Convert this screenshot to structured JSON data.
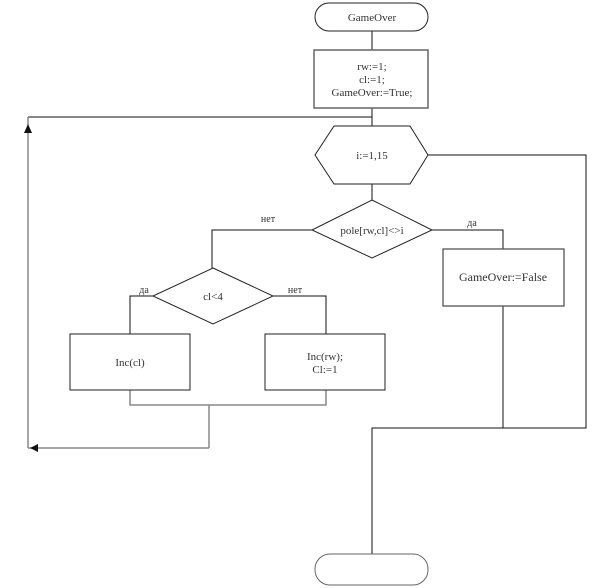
{
  "diagram": {
    "start": {
      "label": "GameOver"
    },
    "init": {
      "lines": [
        "rw:=1;",
        "cl:=1;",
        "GameOver:=True;"
      ]
    },
    "loop": {
      "label": "i:=1,15"
    },
    "cond_main": {
      "label": "pole[rw,cl]<>i",
      "yes_label": "да",
      "no_label": "нет"
    },
    "set_false": {
      "label": "GameOver:=False"
    },
    "cond_cl": {
      "label": "cl<4",
      "yes_label": "да",
      "no_label": "нет"
    },
    "inc_cl": {
      "label": "Inc(cl)"
    },
    "inc_rw": {
      "lines": [
        "Inc(rw);",
        "Cl:=1"
      ]
    },
    "end": {
      "label": ""
    }
  }
}
